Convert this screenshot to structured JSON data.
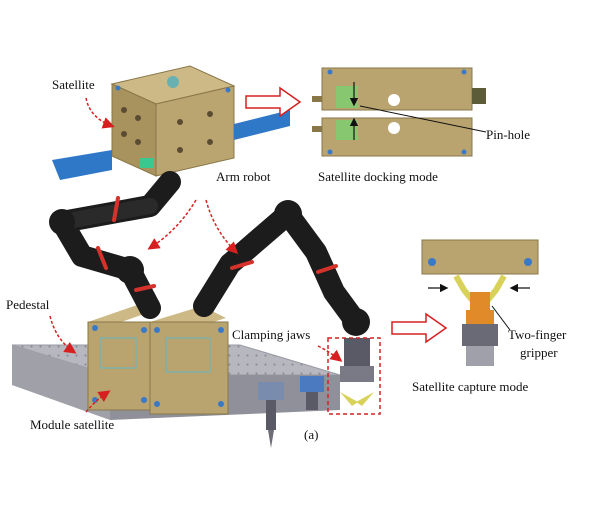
{
  "figure": {
    "labels": {
      "satellite": "Satellite",
      "arm_robot": "Arm robot",
      "pedestal": "Pedestal",
      "module_satellite": "Module satellite",
      "clamping_jaws": "Clamping jaws",
      "panel_tag": "(a)",
      "pin_hole": "Pin-hole",
      "docking_mode": "Satellite docking mode",
      "two_finger_gripper_line1": "Two-finger",
      "two_finger_gripper_line2": "gripper",
      "capture_mode": "Satellite capture mode"
    },
    "colors": {
      "satellite_body": "#b9a46f",
      "solar_panel": "#2f78c8",
      "arm_black": "#1c1c1c",
      "arm_red": "#d4322a",
      "pedestal_plate": "#b8b8c0",
      "callout_red": "#d62020",
      "gripper_yellow": "#d9d25a",
      "gripper_orange": "#e08a2a"
    }
  }
}
